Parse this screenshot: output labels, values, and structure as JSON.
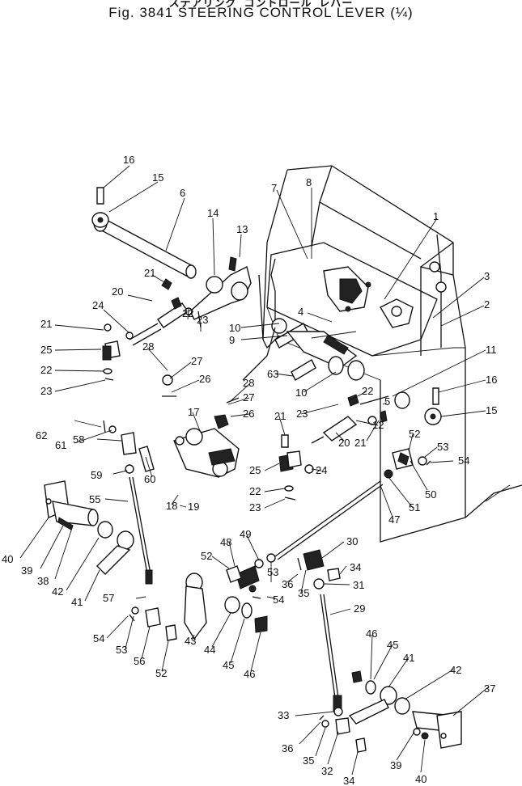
{
  "header": {
    "japanese_title": "ステアリング コントロール レバー",
    "figure_title": "Fig. 3841   STEERING CONTROL LEVER (¼)"
  },
  "part_numbers": [
    "1",
    "2",
    "3",
    "4",
    "5",
    "6",
    "7",
    "8",
    "9",
    "10",
    "11",
    "12",
    "13",
    "14",
    "15",
    "16",
    "17",
    "18",
    "19",
    "20",
    "21",
    "22",
    "23",
    "24",
    "25",
    "26",
    "27",
    "28",
    "29",
    "30",
    "31",
    "32",
    "33",
    "34",
    "35",
    "36",
    "37",
    "38",
    "39",
    "40",
    "41",
    "42",
    "43",
    "44",
    "45",
    "46",
    "47",
    "48",
    "49",
    "50",
    "51",
    "52",
    "53",
    "54",
    "55",
    "56",
    "57",
    "58",
    "59",
    "60",
    "61",
    "62",
    "63"
  ]
}
